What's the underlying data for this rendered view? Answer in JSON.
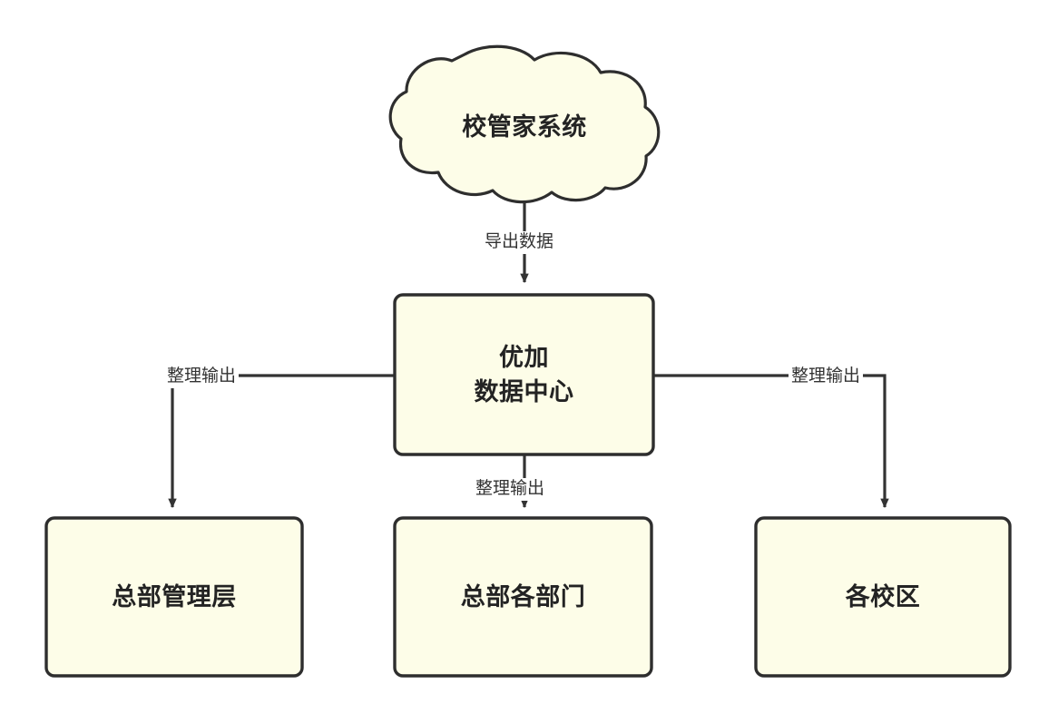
{
  "diagram": {
    "type": "flowchart",
    "direction": "top-down",
    "background_color": "#ffffff",
    "node_fill_color": "#fdfde8",
    "node_stroke_color": "#2e2e2e",
    "node_text_color": "#232323",
    "edge_stroke_color": "#333333",
    "edge_label_text_color": "#333333",
    "nodes": [
      {
        "id": "source",
        "shape": "cloud",
        "lines": [
          "校管家系统"
        ]
      },
      {
        "id": "hub",
        "shape": "rounded-rectangle",
        "lines": [
          "优加",
          "数据中心"
        ]
      },
      {
        "id": "hq-management",
        "shape": "rounded-rectangle",
        "lines": [
          "总部管理层"
        ]
      },
      {
        "id": "hq-departments",
        "shape": "rounded-rectangle",
        "lines": [
          "总部各部门"
        ]
      },
      {
        "id": "campuses",
        "shape": "rounded-rectangle",
        "lines": [
          "各校区"
        ]
      }
    ],
    "edges": [
      {
        "id": "source-to-hub",
        "from": "source",
        "to": "hub",
        "label": "导出数据"
      },
      {
        "id": "hub-to-hq-management",
        "from": "hub",
        "to": "hq-management",
        "label": "整理输出"
      },
      {
        "id": "hub-to-hq-departments",
        "from": "hub",
        "to": "hq-departments",
        "label": "整理输出"
      },
      {
        "id": "hub-to-campuses",
        "from": "hub",
        "to": "campuses",
        "label": "整理输出"
      }
    ]
  }
}
